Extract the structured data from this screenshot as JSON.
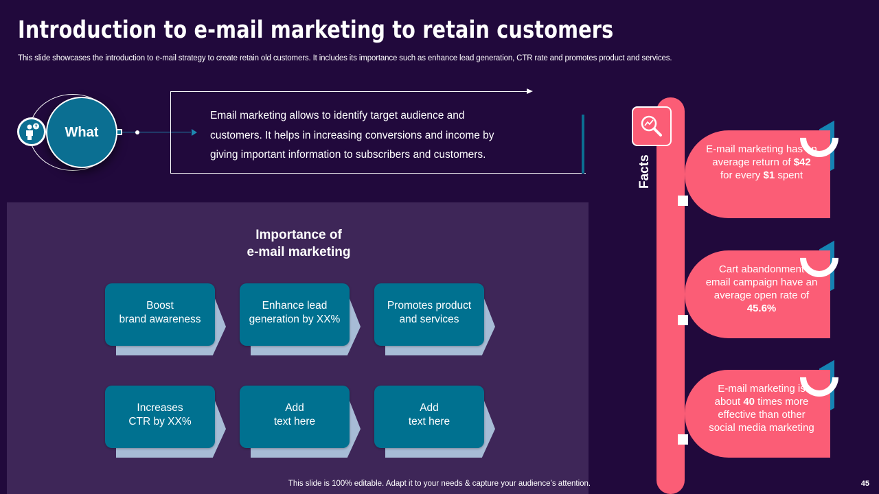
{
  "title": "Introduction to e-mail marketing to retain customers",
  "subtitle": "This slide showcases the introduction to e-mail strategy to create retain old customers. It includes its importance such as enhance lead generation, CTR rate and promotes product and services.",
  "what": {
    "label": "What",
    "description": "Email marketing allows to identify target audience and customers. It helps in increasing conversions and income by giving important information to subscribers and customers."
  },
  "importance": {
    "heading_line1": "Importance of",
    "heading_line2": "e-mail marketing",
    "cards": [
      {
        "label": "Boost\nbrand awareness"
      },
      {
        "label": "Enhance lead\ngeneration by XX%"
      },
      {
        "label": "Promotes product\nand services"
      },
      {
        "label": "Increases\nCTR by XX%"
      },
      {
        "label": "Add\ntext here"
      },
      {
        "label": "Add\ntext here"
      }
    ]
  },
  "facts": {
    "label": "Facts",
    "items": [
      {
        "pre": "E-mail marketing has an average return of ",
        "b1": "$42",
        "mid": " for every ",
        "b2": "$1",
        "post": " spent"
      },
      {
        "pre": "Cart abandonment email campaign have an average open rate of ",
        "b1": "45.6%",
        "mid": "",
        "b2": "",
        "post": ""
      },
      {
        "pre": "E-mail marketing is about ",
        "b1": "40",
        "mid": " times more effective than other social media marketing",
        "b2": "",
        "post": ""
      }
    ]
  },
  "footer": "This slide is 100% editable. Adapt it to your needs & capture your audience’s attention.",
  "page_number": "45",
  "colors": {
    "background": "#21093c",
    "panel": "#3e2658",
    "teal": "#007190",
    "pink": "#fb5d76",
    "blue_accent": "#1583b3"
  },
  "icons": [
    "user-question-icon",
    "magnifier-chart-icon"
  ]
}
